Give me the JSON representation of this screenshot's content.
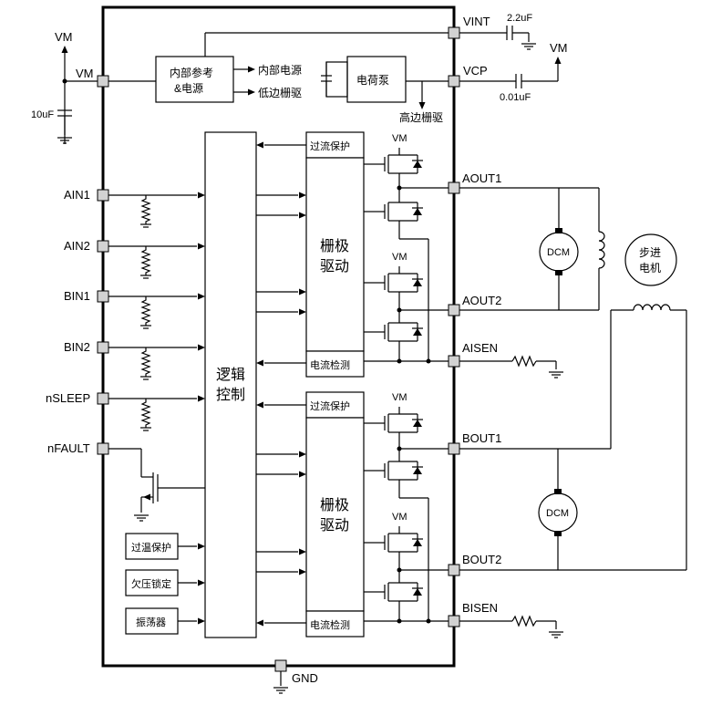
{
  "pins_left": {
    "vm": "VM",
    "ain1": "AIN1",
    "ain2": "AIN2",
    "bin1": "BIN1",
    "bin2": "BIN2",
    "nsleep": "nSLEEP",
    "nfault": "nFAULT"
  },
  "pins_right": {
    "vint": "VINT",
    "vcp": "VCP",
    "aout1": "AOUT1",
    "aout2": "AOUT2",
    "aisen": "AISEN",
    "bout1": "BOUT1",
    "bout2": "BOUT2",
    "bisen": "BISEN"
  },
  "pin_bottom": {
    "gnd": "GND"
  },
  "external": {
    "vm_top_left": "VM",
    "vm_top_right": "VM",
    "cap_vm": "10uF",
    "cap_vint": "2.2uF",
    "cap_vcp": "0.01uF",
    "dcm_a": "DCM",
    "dcm_b": "DCM",
    "stepper_line1": "步进",
    "stepper_line2": "电机"
  },
  "blocks": {
    "ref_line1": "内部参考",
    "ref_line2": "&电源",
    "int_power": "内部电源",
    "low_gate": "低边栅驱",
    "charge_pump": "电荷泵",
    "high_gate": "高边栅驱",
    "logic_line1": "逻辑",
    "logic_line2": "控制",
    "ocp_a": "过流保护",
    "gate_a_line1": "栅极",
    "gate_a_line2": "驱动",
    "isense_a": "电流检测",
    "ocp_b": "过流保护",
    "gate_b_line1": "栅极",
    "gate_b_line2": "驱动",
    "isense_b": "电流检测",
    "otp": "过温保护",
    "uvlo": "欠压锁定",
    "osc": "振荡器",
    "vm_bridge_a1": "VM",
    "vm_bridge_a2": "VM",
    "vm_bridge_b1": "VM",
    "vm_bridge_b2": "VM"
  }
}
